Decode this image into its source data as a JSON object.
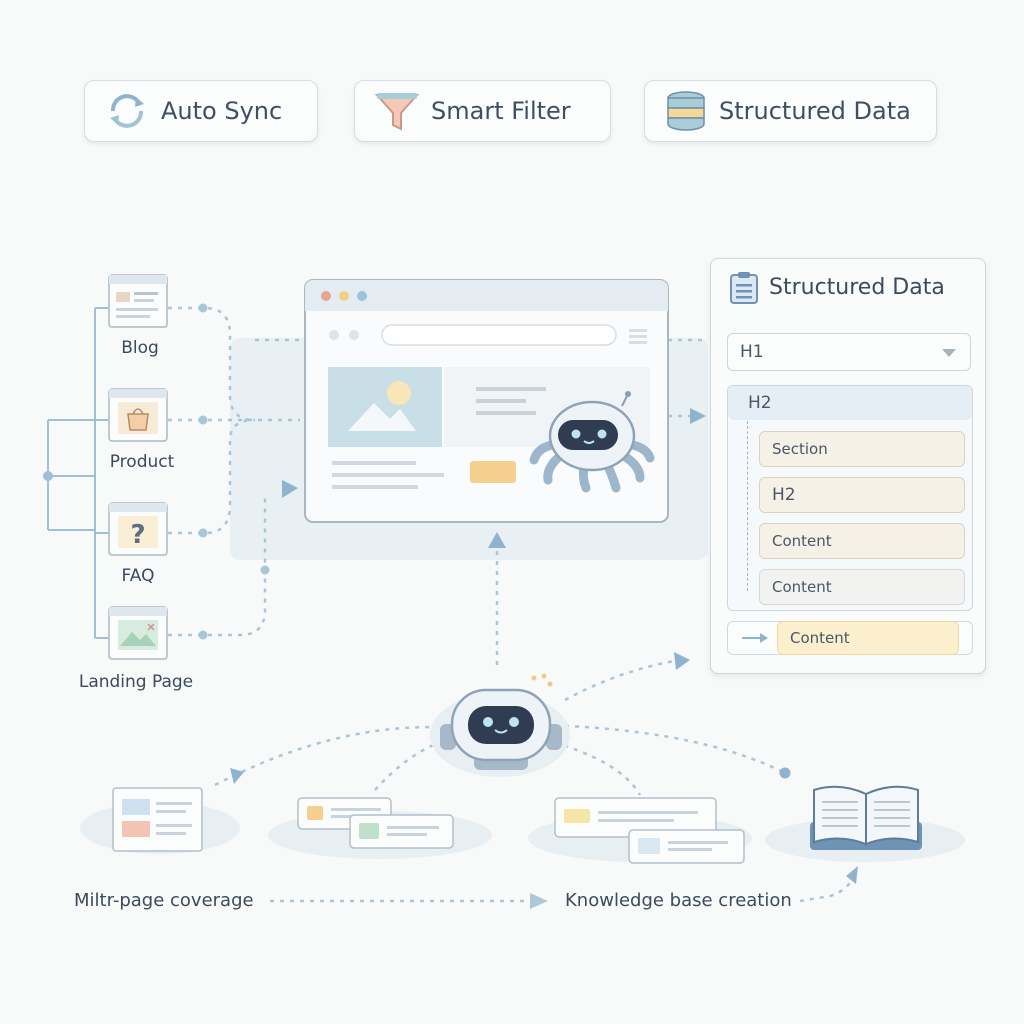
{
  "features": [
    {
      "label": "Auto Sync",
      "icon": "sync-icon"
    },
    {
      "label": "Smart Filter",
      "icon": "funnel-icon"
    },
    {
      "label": "Structured Data",
      "icon": "database-icon"
    }
  ],
  "sources": [
    {
      "label": "Blog",
      "icon": "blog-page-icon"
    },
    {
      "label": "Product",
      "icon": "shopping-bag-icon"
    },
    {
      "label": "FAQ",
      "icon": "question-icon"
    },
    {
      "label": "Landing Page",
      "icon": "landing-page-icon"
    }
  ],
  "structured_panel": {
    "title": "Structured Data",
    "icon": "clipboard-icon",
    "select_value": "H1",
    "group_label": "H2",
    "items": [
      "Section",
      "H2",
      "Content",
      "Content"
    ],
    "output_label": "Content"
  },
  "bottom": {
    "left_label": "Miltr-page coverage",
    "right_label": "Knowledge base creation"
  },
  "colors": {
    "accent_blue": "#8fb3cf",
    "soft_yellow": "#f6e2a6",
    "panel_item": "#f6f1e6",
    "background": "#f8f9f9"
  }
}
